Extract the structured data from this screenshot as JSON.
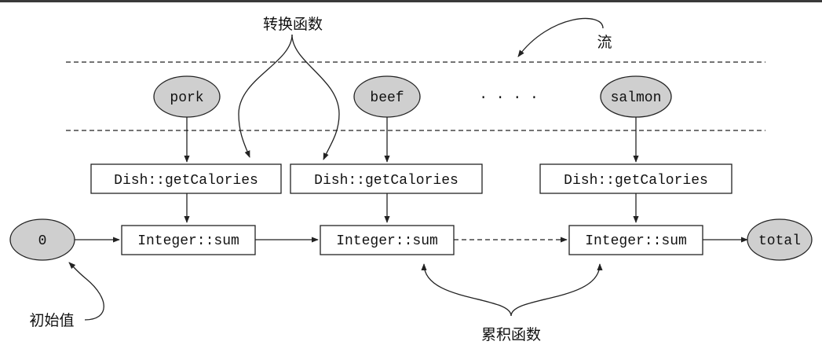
{
  "colors": {
    "node_fill": "#cfcfcf",
    "stroke": "#222222",
    "top_bar": "#3a3a3a"
  },
  "labels": {
    "transform_fn": "转换函数",
    "stream": "流",
    "initial_value": "初始值",
    "accumulate_fn": "累积函数",
    "ellipsis": "· · · ·"
  },
  "stream_elements": [
    "pork",
    "beef",
    "salmon"
  ],
  "mapper": "Dish::getCalories",
  "reducer": "Integer::sum",
  "initial": "0",
  "result": "total"
}
